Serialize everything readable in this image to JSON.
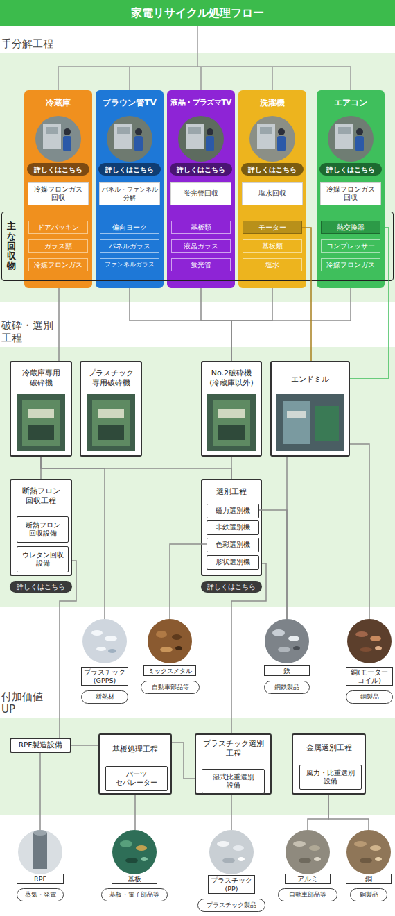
{
  "diagram": {
    "title": "家電リサイクル処理フロー",
    "nodes": [
      {
        "text": [
          "手分解工程"
        ]
      },
      {
        "text": [
          "冷蔵庫"
        ],
        "in": 0
      },
      {
        "text": [
          "詳しくはこちら"
        ],
        "in": 1
      },
      {
        "text": [
          "冷媒フロンガス 回収"
        ],
        "in": 1
      },
      {
        "text": [
          "ドアパッキン"
        ],
        "in": 1
      },
      {
        "text": [
          "ガラス類"
        ],
        "in": 1
      },
      {
        "text": [
          "冷媒フロンガス"
        ],
        "in": 1
      },
      {
        "text": [
          "ブラウン管TV"
        ],
        "in": 0
      },
      {
        "text": [
          "詳しくはこちら"
        ],
        "in": 7
      },
      {
        "text": [
          "パネル・ファンネル 分解"
        ],
        "in": 7
      },
      {
        "text": [
          "偏向ヨーク"
        ],
        "in": 7
      },
      {
        "text": [
          "パネルガラス"
        ],
        "in": 7
      },
      {
        "text": [
          "ファンネルガラス"
        ],
        "in": 7
      },
      {
        "text": [
          "液晶・プラズマTV"
        ],
        "in": 0
      },
      {
        "text": [
          "詳しくはこちら"
        ],
        "in": 13
      },
      {
        "text": [
          "蛍光管回収"
        ],
        "in": 13
      },
      {
        "text": [
          "基板類"
        ],
        "in": 13
      },
      {
        "text": [
          "液晶ガラス"
        ],
        "in": 13
      },
      {
        "text": [
          "蛍光管"
        ],
        "in": 13
      },
      {
        "text": [
          "洗濯機"
        ],
        "in": 0
      },
      {
        "text": [
          "詳しくはこちら"
        ],
        "in": 19
      },
      {
        "text": [
          "塩水回収"
        ],
        "in": 19
      },
      {
        "text": [
          "モーター"
        ],
        "in": 19
      },
      {
        "text": [
          "基板類"
        ],
        "in": 19
      },
      {
        "text": [
          "塩水"
        ],
        "in": 19
      },
      {
        "text": [
          "エアコン"
        ],
        "in": 0
      },
      {
        "text": [
          "詳しくはこちら"
        ],
        "in": 25
      },
      {
        "text": [
          "冷媒フロンガス 回収"
        ],
        "in": 25
      },
      {
        "text": [
          "熱交換器"
        ],
        "in": 25
      },
      {
        "text": [
          "コンプレッサー"
        ],
        "in": 25
      },
      {
        "text": [
          "冷媒フロンガス"
        ],
        "in": 25
      },
      {
        "text": [
          "主な回収物"
        ],
        "in": 0
      },
      {
        "text": [
          "破砕・選別 工程"
        ]
      },
      {
        "text": [
          "冷蔵庫専用 破砕機"
        ],
        "in": 32
      },
      {
        "text": [
          "プラスチック 専用破砕機"
        ],
        "in": 32
      },
      {
        "text": [
          "No.2破砕機 (冷蔵庫以外)"
        ],
        "in": 32
      },
      {
        "text": [
          "エンドミル"
        ],
        "in": 32
      },
      {
        "text": [
          "断熱フロン 回収工程"
        ],
        "in": 32
      },
      {
        "text": [
          "断熱フロン 回収設備"
        ],
        "in": 37
      },
      {
        "text": [
          "ウレタン回収 設備"
        ],
        "in": 37
      },
      {
        "text": [
          "詳しくはこちら"
        ],
        "in": 32
      },
      {
        "text": [
          "選別工程"
        ],
        "in": 32
      },
      {
        "text": [
          "磁力選別機"
        ],
        "in": 41
      },
      {
        "text": [
          "非鉄選別機"
        ],
        "in": 41
      },
      {
        "text": [
          "色彩選別機"
        ],
        "in": 41
      },
      {
        "text": [
          "形状選別機"
        ],
        "in": 41
      },
      {
        "text": [
          "詳しくはこちら"
        ],
        "in": 32
      },
      {
        "text": [
          "プラスチック (GPPS)"
        ]
      },
      {
        "text": [
          "断熱材"
        ]
      },
      {
        "text": [
          "ミックスメタル"
        ]
      },
      {
        "text": [
          "自動車部品等"
        ]
      },
      {
        "text": [
          "鉄"
        ]
      },
      {
        "text": [
          "鋼鉄製品"
        ]
      },
      {
        "text": [
          "銅(モーター コイル)"
        ]
      },
      {
        "text": [
          "銅製品"
        ]
      },
      {
        "text": [
          "付加価値 UP"
        ]
      },
      {
        "text": [
          "RPF製造設備"
        ],
        "in": 55
      },
      {
        "text": [
          "基板処理工程"
        ],
        "in": 55
      },
      {
        "text": [
          "パーツ セパレーター"
        ],
        "in": 57
      },
      {
        "text": [
          "プラスチック選別 工程"
        ],
        "in": 55
      },
      {
        "text": [
          "湿式比重選別 設備"
        ],
        "in": 59
      },
      {
        "text": [
          "金属選別工程"
        ],
        "in": 55
      },
      {
        "text": [
          "風力・比重選別 設備"
        ],
        "in": 61
      },
      {
        "text": [
          "RPF"
        ]
      },
      {
        "text": [
          "蒸気・発電"
        ]
      },
      {
        "text": [
          "基板"
        ]
      },
      {
        "text": [
          "基板・電子部品等"
        ]
      },
      {
        "text": [
          "プラスチック (PP)"
        ]
      },
      {
        "text": [
          "プラスチック製品"
        ]
      },
      {
        "text": [
          "アルミ"
        ]
      },
      {
        "text": [
          "自動車部品等"
        ]
      },
      {
        "text": [
          "銅"
        ]
      },
      {
        "text": [
          "銅製品"
        ]
      }
    ],
    "edges": [
      {
        "from": 1,
        "to": 33,
        "arrow": "none"
      },
      {
        "from": 7,
        "to": 35,
        "arrow": "none"
      },
      {
        "from": 13,
        "to": 35,
        "arrow": "none"
      },
      {
        "from": 19,
        "to": 35,
        "arrow": "none"
      },
      {
        "from": 25,
        "to": 35,
        "arrow": "none"
      },
      {
        "from": 22,
        "to": 36,
        "arrow": "none"
      },
      {
        "from": 28,
        "to": 36,
        "arrow": "none"
      },
      {
        "from": 33,
        "to": 37,
        "arrow": "none"
      },
      {
        "from": 33,
        "to": 47,
        "arrow": "none"
      },
      {
        "from": 33,
        "to": 41,
        "arrow": "none"
      },
      {
        "from": 35,
        "to": 41,
        "arrow": "none"
      },
      {
        "from": 44,
        "to": 49,
        "arrow": "none"
      },
      {
        "from": 36,
        "to": 51,
        "arrow": "none"
      },
      {
        "from": 42,
        "to": 51,
        "arrow": "none"
      },
      {
        "from": 36,
        "to": 53,
        "arrow": "none"
      },
      {
        "from": 37,
        "to": 56,
        "arrow": "none"
      },
      {
        "from": 41,
        "to": 59,
        "arrow": "none"
      },
      {
        "from": 57,
        "to": 56,
        "arrow": "none"
      },
      {
        "from": 57,
        "to": 59,
        "arrow": "none"
      },
      {
        "from": 56,
        "to": 63,
        "arrow": "none"
      },
      {
        "from": 57,
        "to": 65,
        "arrow": "none"
      },
      {
        "from": 59,
        "to": 67,
        "arrow": "none"
      },
      {
        "from": 61,
        "to": 69,
        "arrow": "none"
      },
      {
        "from": 61,
        "to": 71,
        "arrow": "none"
      }
    ]
  }
}
